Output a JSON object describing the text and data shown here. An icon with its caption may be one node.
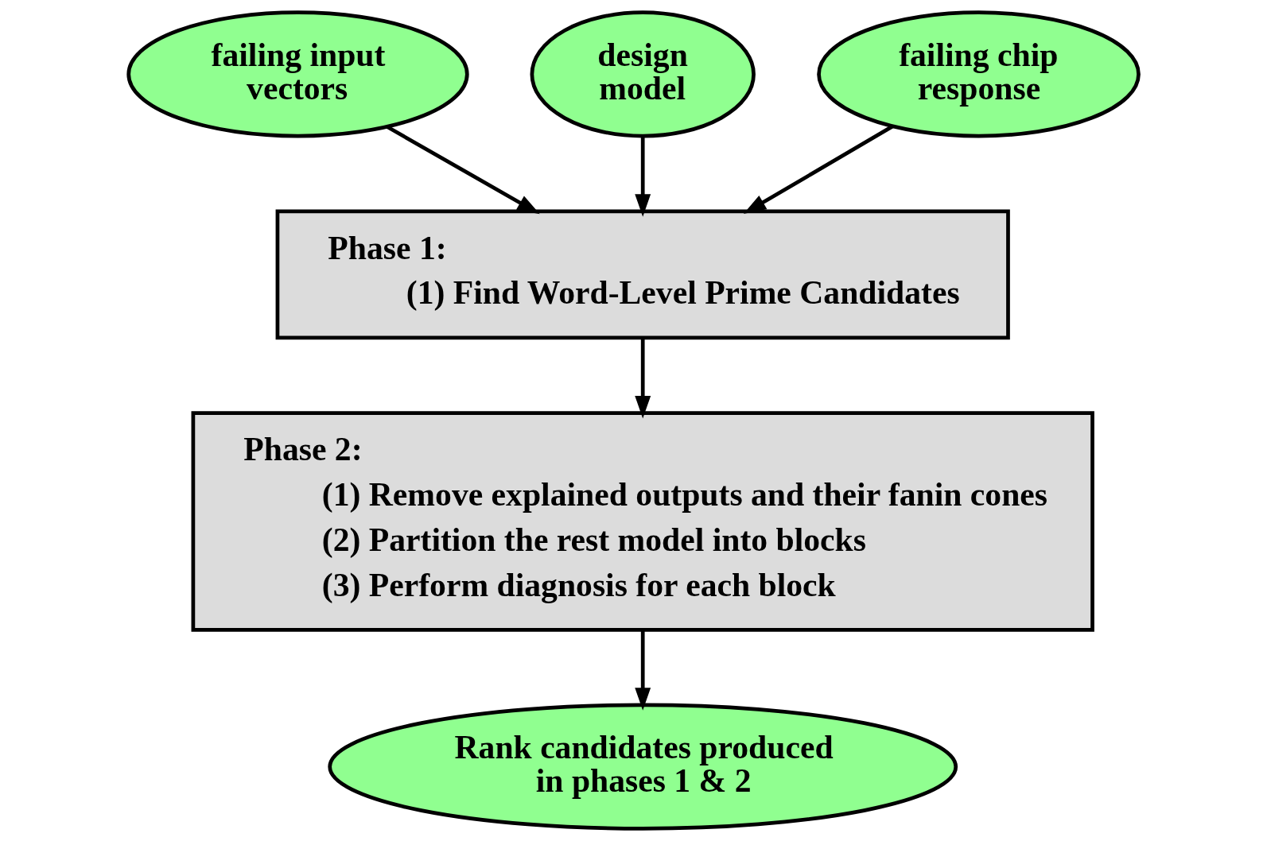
{
  "diagram": {
    "nodes": [
      {
        "text": [
          "failing input vectors"
        ]
      },
      {
        "text": [
          "design model"
        ]
      },
      {
        "text": [
          "failing chip response"
        ]
      },
      {
        "text": [
          "Phase 1:",
          "(1) Find Word-Level Prime Candidates"
        ]
      },
      {
        "text": [
          "Phase 2:",
          "(1) Remove explained outputs and their fanin cones",
          "(2) Partition the rest model into blocks",
          "(3) Perform diagnosis for each block"
        ]
      },
      {
        "text": [
          "Rank candidates produced in phases 1 & 2"
        ]
      }
    ],
    "edges": [
      {
        "from": 0,
        "to": 3,
        "arrow": "to"
      },
      {
        "from": 1,
        "to": 3,
        "arrow": "to"
      },
      {
        "from": 2,
        "to": 3,
        "arrow": "to"
      },
      {
        "from": 3,
        "to": 4,
        "arrow": "to"
      },
      {
        "from": 4,
        "to": 5,
        "arrow": "to"
      }
    ]
  }
}
